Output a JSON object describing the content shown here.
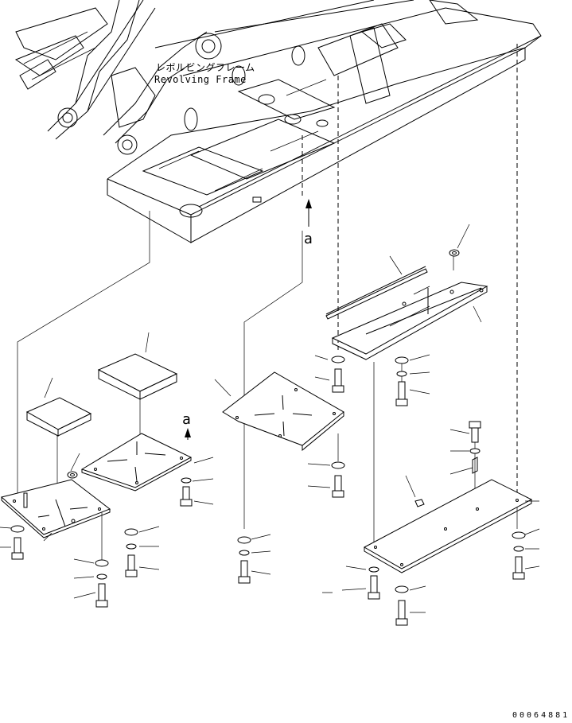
{
  "frame_label": {
    "japanese": "レボルビングフレーム",
    "english": "Revolving Frame"
  },
  "arrow_marks": [
    "a",
    "a"
  ],
  "document_number": "00064881"
}
